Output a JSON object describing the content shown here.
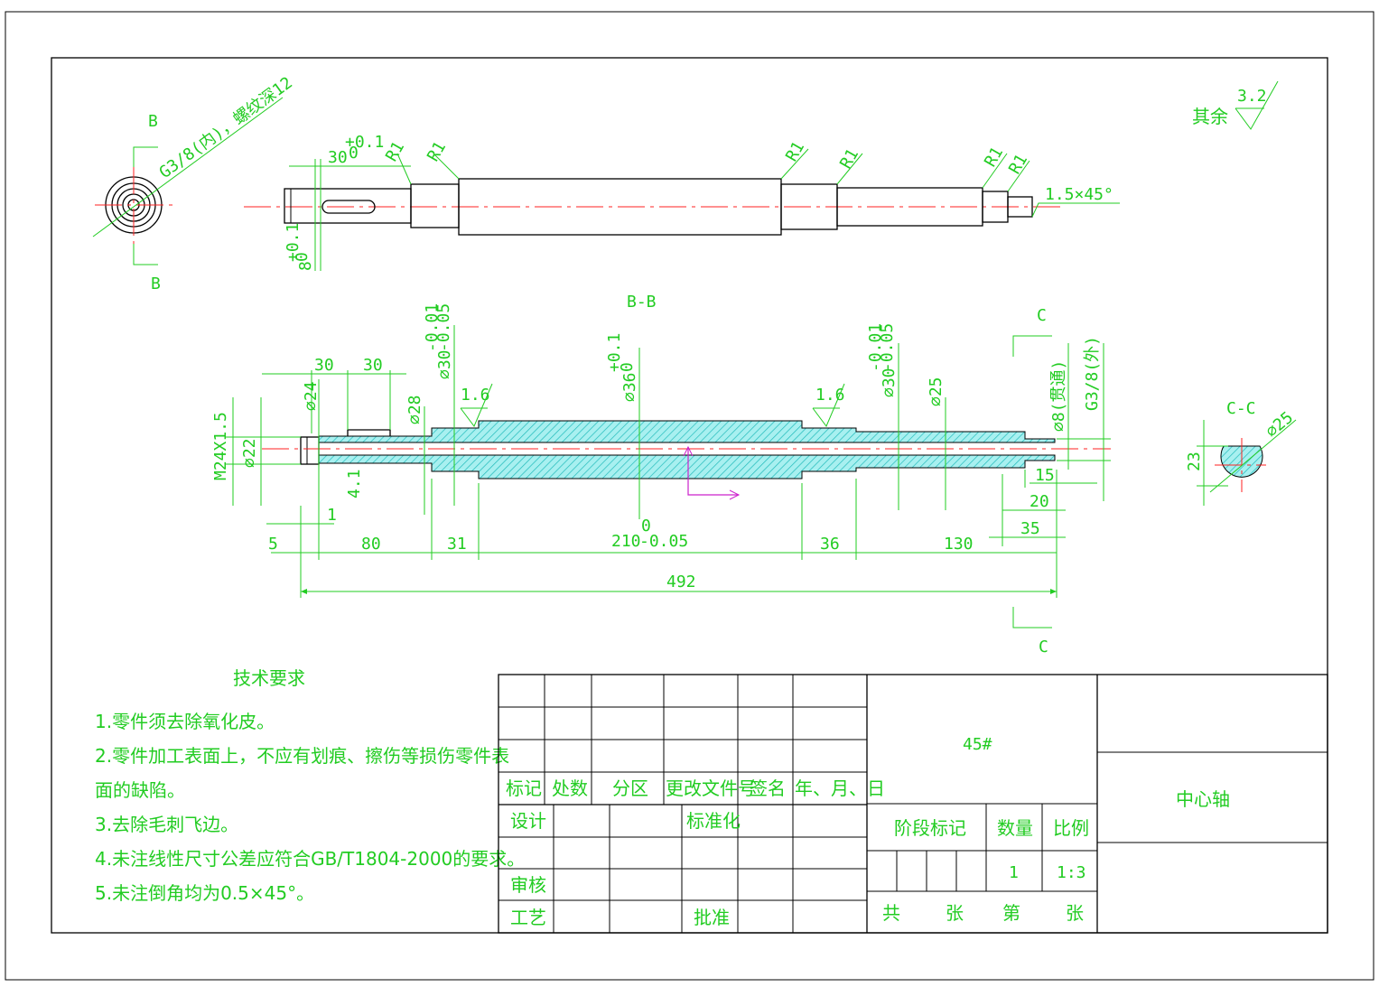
{
  "drawing": {
    "part_name": "中心轴",
    "material": "45#",
    "quantity": "1",
    "scale": "1:3"
  },
  "views": {
    "section_bb_title": "B-B",
    "section_cc_title": "C-C",
    "cut_b_top": "B",
    "cut_b_bottom": "B",
    "cut_c_top": "C",
    "cut_c_bottom": "C",
    "thread_note": "G3/8(内)，螺纹深12",
    "roughness_rest_label": "其余",
    "roughness_rest_value": "3.2"
  },
  "top_view_dims": {
    "keyway_length": "30",
    "keyway_length_tol": "+0.1",
    "keyway_length_tol_low": "0",
    "keyway_width": "8",
    "keyway_width_tol": "+0.1",
    "keyway_width_tol_low": "0",
    "r1_a": "R1",
    "r1_b": "R1",
    "r1_c": "R1",
    "r1_d": "R1",
    "r1_e": "R1",
    "r1_f": "R1",
    "chamfer": "1.5×45°"
  },
  "section_dims": {
    "d30a": "30",
    "d30b": "30",
    "dia24": "⌀24",
    "dia28": "⌀28",
    "dia30_left": "⌀30",
    "dia30_tol": "-0.01",
    "dia30_tol_low": "-0.05",
    "rough_left": "1.6",
    "dia36": "⌀36",
    "dia36_tol": "+0.1",
    "dia36_tol_low": "0",
    "rough_right": "1.6",
    "dia30_right": "⌀30",
    "dia25": "⌀25",
    "dia8_through": "⌀8(贯通)",
    "g38_ext": "G3/8(外)",
    "m24": "M24X1.5",
    "dia22": "⌀22",
    "depth41": "4.1",
    "d1": "1",
    "d5": "5",
    "d80": "80",
    "d31": "31",
    "d210": "210",
    "d210_tol": "0",
    "d210_tol_low": "-0.05",
    "d36": "36",
    "d130": "130",
    "d15": "15",
    "d20": "20",
    "d35": "35",
    "d492": "492",
    "cc_23": "23",
    "cc_dia25": "⌀25"
  },
  "tech_requirements": {
    "title": "技术要求",
    "items": [
      "1.零件须去除氧化皮。",
      "2.零件加工表面上，不应有划痕、擦伤等损伤零件表",
      "面的缺陷。",
      "3.去除毛刺飞边。",
      "4.未注线性尺寸公差应符合GB/T1804-2000的要求。",
      "5.未注倒角均为0.5×45°。"
    ]
  },
  "title_block": {
    "rev_headers": [
      "标记",
      "处数",
      "分区",
      "更改文件号",
      "签名",
      "年、月、日"
    ],
    "design": "设计",
    "standardize": "标准化",
    "review": "审核",
    "process": "工艺",
    "approve": "批准",
    "stage_mark": "阶段标记",
    "qty_label": "数量",
    "scale_label": "比例",
    "total": "共",
    "sheets": "张",
    "number": "第",
    "sheet": "张"
  },
  "colors": {
    "outline": "#000000",
    "dimension": "#22cc22",
    "centerline": "#ff2222",
    "hatch": "#22bbbb",
    "ucs": "#cc22cc"
  }
}
